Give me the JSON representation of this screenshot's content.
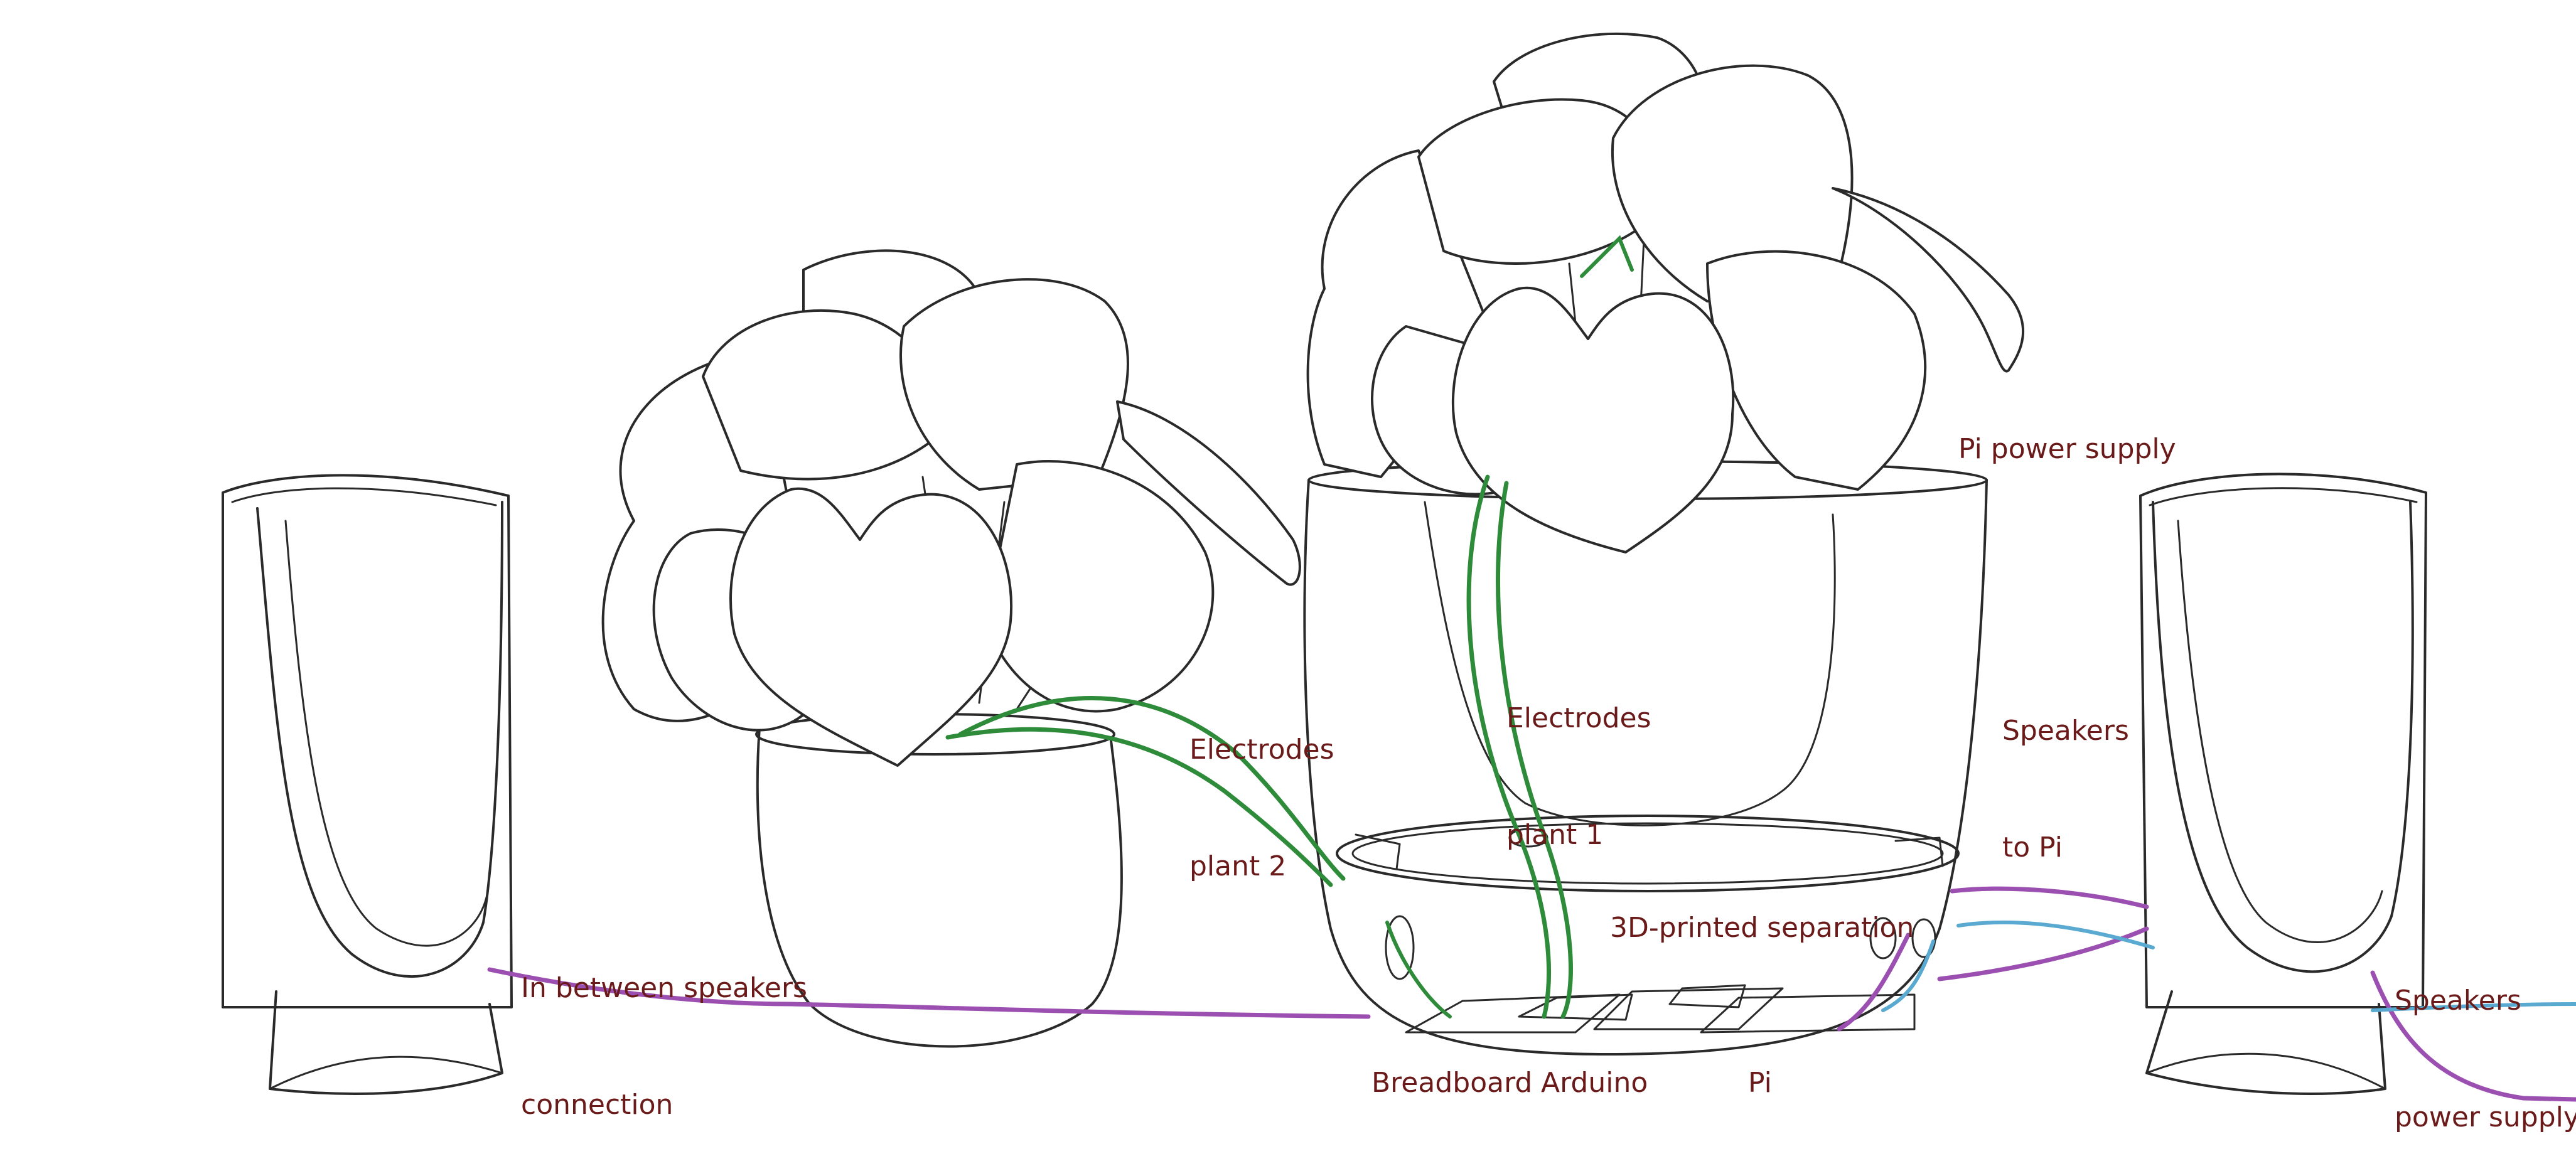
{
  "labels": {
    "pi_power_supply": "Pi power supply",
    "electrodes_plant2_line1": "Electrodes",
    "electrodes_plant2_line2": "plant 2",
    "electrodes_plant1_line1": "Electrodes",
    "electrodes_plant1_line2": "plant 1",
    "speakers_to_pi_line1": "Speakers",
    "speakers_to_pi_line2": "to Pi",
    "between_speakers_line1": "In between speakers",
    "between_speakers_line2": "connection",
    "separation": "3D-printed separation",
    "speakers_power_line1": "Speakers",
    "speakers_power_line2": "power supply",
    "breadboard": "Breadboard",
    "arduino": "Arduino",
    "pi": "Pi"
  },
  "colors": {
    "label_text": "#6b1a1a",
    "line_art": "#2a2a2a",
    "electrode_wire": "#2e8b3a",
    "speaker_link_wire": "#9b4fb0",
    "speaker_pi_wire": "#5aa9d0"
  }
}
